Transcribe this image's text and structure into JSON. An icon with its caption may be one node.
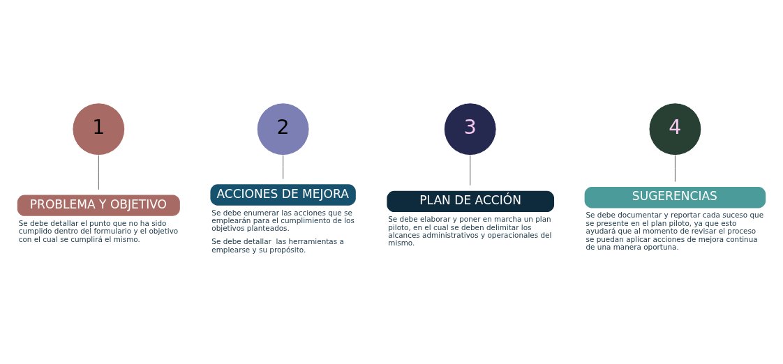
{
  "diagram": {
    "nodes": [
      {
        "text": [
          "1"
        ]
      },
      {
        "text": [
          "2"
        ]
      },
      {
        "text": [
          "3"
        ]
      },
      {
        "text": [
          "4"
        ]
      },
      {
        "text": [
          "PROBLEMA Y OBJETIVO",
          "Se debe detallar el punto que no ha sido cumplido dentro del formulario y el objetivo con el cual se cumplirá el mismo."
        ]
      },
      {
        "text": [
          "ACCIONES DE MEJORA",
          "Se debe enumerar las acciones que se emplearán para el cumplimiento de los objetivos planteados.",
          "Se debe detallar  las herramientas a emplearse y su propósito."
        ]
      },
      {
        "text": [
          "PLAN DE ACCIÓN",
          "Se debe elaborar y poner en marcha un plan piloto, en el cual se deben delimitar los alcances administrativos y operacionales del mismo."
        ]
      },
      {
        "text": [
          "SUGERENCIAS",
          "Se debe documentar y reportar cada suceso que se presente en el plan piloto, ya que esto ayudará que al momento de revisar el proceso se puedan aplicar acciones de mejora continua de una manera oportuna."
        ]
      }
    ],
    "edges": [
      {
        "from": 0,
        "to": 4,
        "arrow": "none"
      },
      {
        "from": 1,
        "to": 5,
        "arrow": "none"
      },
      {
        "from": 2,
        "to": 6,
        "arrow": "none"
      },
      {
        "from": 3,
        "to": 7,
        "arrow": "none"
      }
    ]
  }
}
